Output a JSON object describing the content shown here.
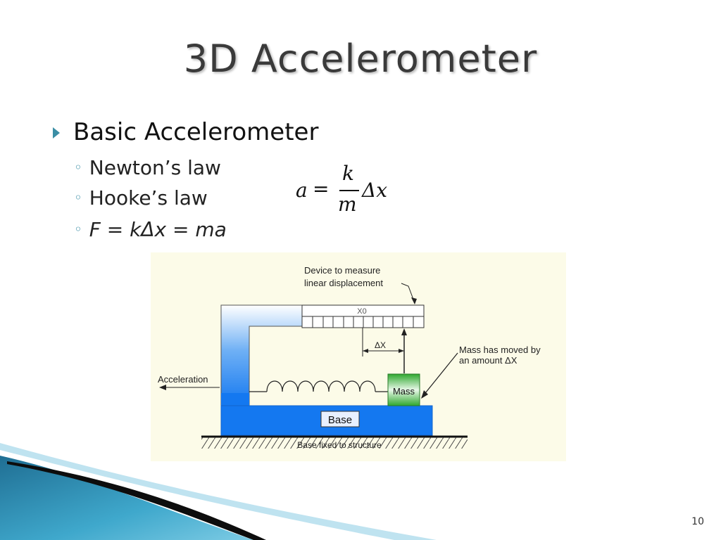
{
  "slide": {
    "title": "3D Accelerometer",
    "page_number": "10"
  },
  "bullets": {
    "main": "Basic Accelerometer",
    "sub": [
      "Newton’s law",
      "Hooke’s law",
      "F = kΔx = ma"
    ]
  },
  "formula": {
    "lhs": "a",
    "equals": "=",
    "numerator": "k",
    "denominator": "m",
    "rhs": "Δx"
  },
  "diagram": {
    "device_label_line1": "Device to measure",
    "device_label_line2": "linear displacement",
    "x0_label": "X0",
    "delta_label": "ΔX",
    "moved_label_line1": "Mass has moved by",
    "moved_label_line2": "an amount ΔX",
    "acceleration_label": "Acceleration",
    "mass_label": "Mass",
    "base_label": "Base",
    "fixed_label": "Base fixed to structure"
  },
  "colors": {
    "accent": "#3b8ea5",
    "base_blue": "#1478f0",
    "mass_green": "#3cb43c",
    "diagram_bg": "#fcfbe8",
    "teal_wave": "#2a8fb5"
  }
}
